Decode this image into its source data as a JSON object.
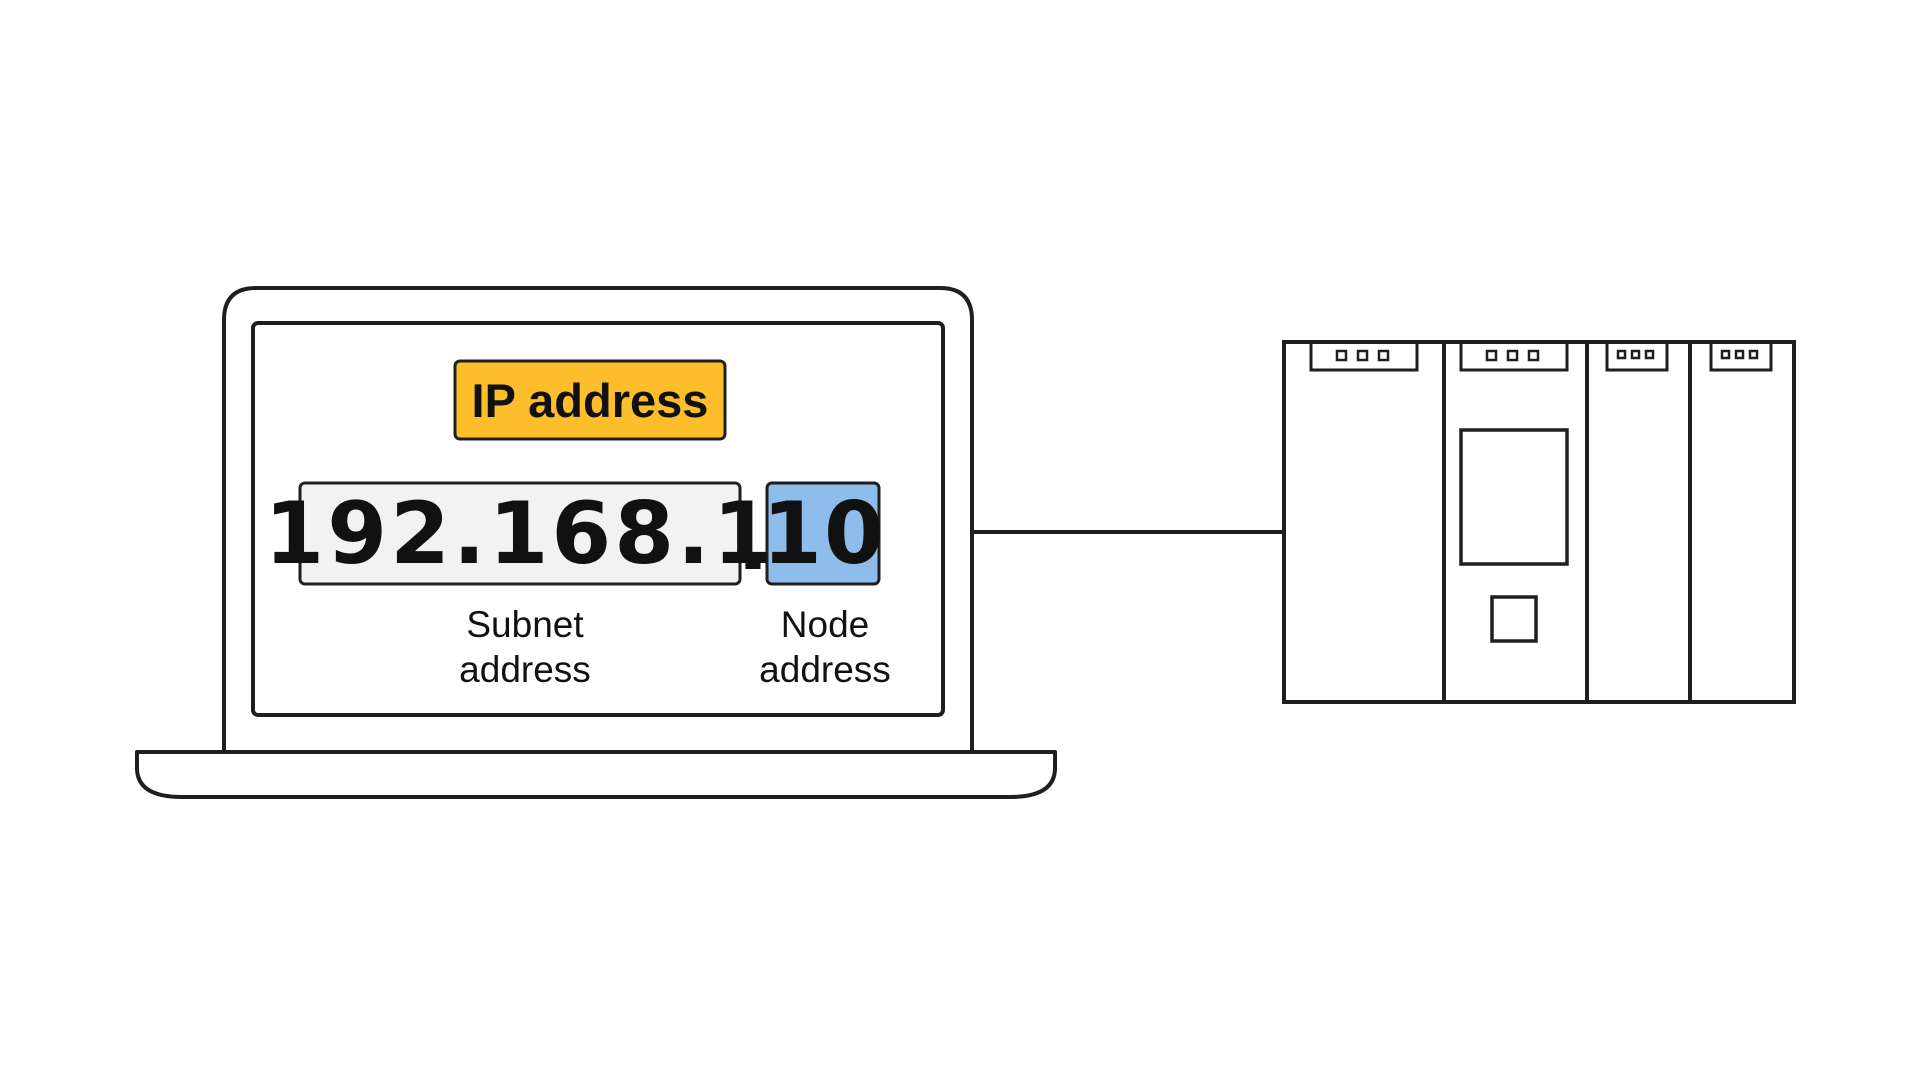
{
  "diagram": {
    "badge": {
      "label": "IP address",
      "color": "#FDBE2B"
    },
    "ip": {
      "subnet_part": "192.168.1",
      "separator": ".",
      "node_part": "10",
      "subnet_field_color": "#F2F2F2",
      "node_field_color": "#8EBCEB"
    },
    "captions": {
      "subnet": "Subnet\naddress",
      "node": "Node\naddress"
    },
    "icons": {
      "computer": "laptop-icon",
      "device": "plc-rack-icon"
    },
    "stroke_color": "#1F1F1F"
  }
}
